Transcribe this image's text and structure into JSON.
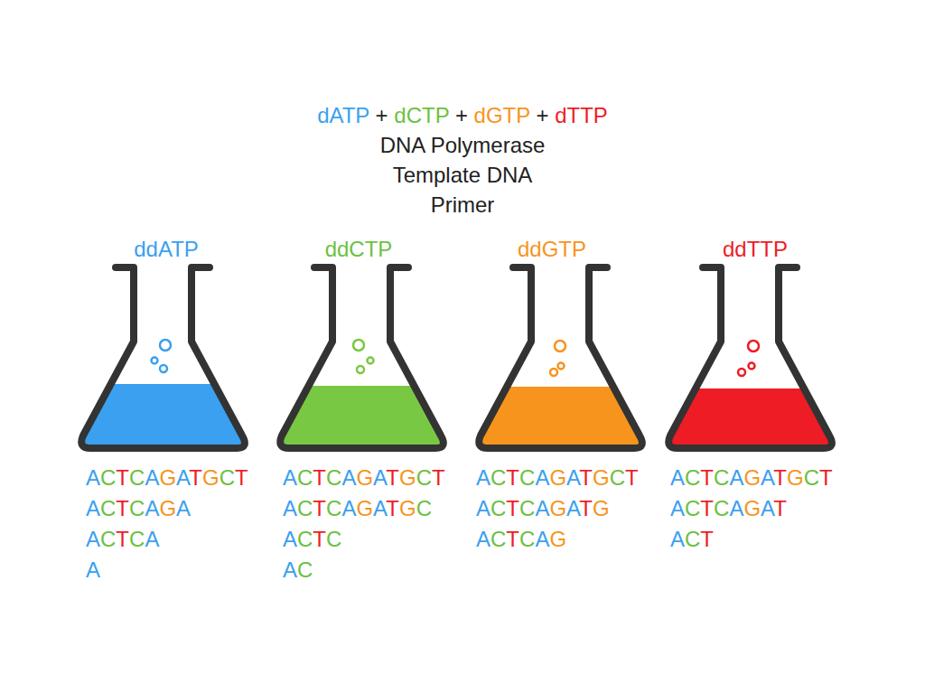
{
  "diagram": {
    "nodes": [
      {
        "text": [
          "ddATP",
          "ACTCAGATGCT",
          "ACTCAGA",
          "ACTCA",
          "A"
        ]
      },
      {
        "text": [
          "ddCTP",
          "ACTCAGATGCT",
          "ACTCAGATGC",
          "ACTC",
          "AC"
        ]
      },
      {
        "text": [
          "ddGTP",
          "ACTCAGATGCT",
          "ACTCAGATG",
          "ACTCAG"
        ]
      },
      {
        "text": [
          "ddTTP",
          "ACTCAGATGCT",
          "ACTCAGAT",
          "ACT"
        ]
      }
    ],
    "labels": [
      "dATP + dCTP + dGTP + dTTP",
      "DNA Polymerase",
      "Template DNA",
      "Primer"
    ]
  }
}
